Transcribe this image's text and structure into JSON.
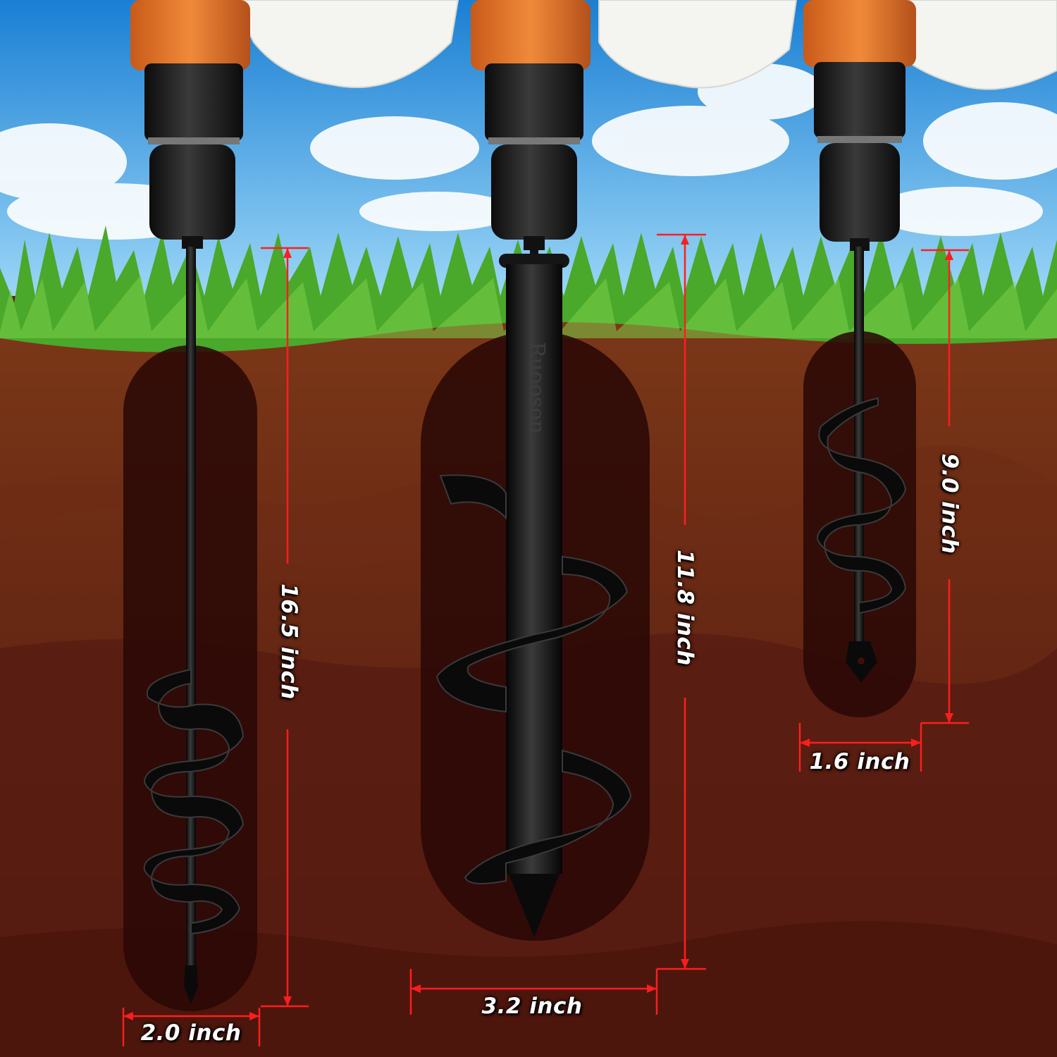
{
  "colors": {
    "sky_top": "#1d86d6",
    "sky_bottom": "#8fd0f5",
    "grass": "#4aa82b",
    "soil_upper": "#7a3516",
    "soil_lower": "#5a1e12",
    "hole": "#2a0806",
    "drill_body": "#e8782c",
    "drill_chuck": "#1a1a1a",
    "dimension_line": "#ff1e1e"
  },
  "product": {
    "brand": "Ruooson"
  },
  "augers": [
    {
      "length_label": "16.5 inch",
      "width_label": "2.0 inch"
    },
    {
      "length_label": "11.8 inch",
      "width_label": "3.2 inch"
    },
    {
      "length_label": "9.0 inch",
      "width_label": "1.6 inch"
    }
  ]
}
